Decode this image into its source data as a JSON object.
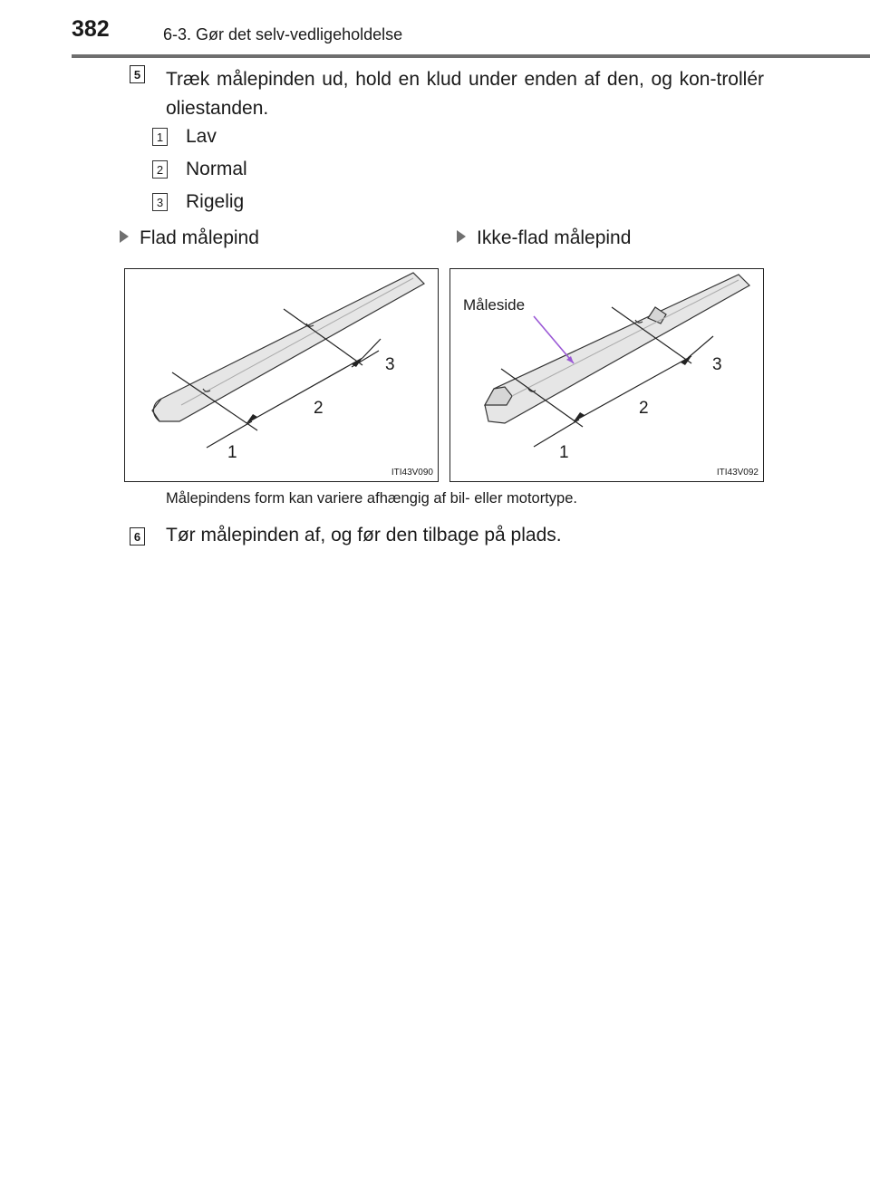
{
  "header": {
    "page_number": "382",
    "section_title": "6-3. Gør det selv-vedligeholdelse"
  },
  "step5": {
    "number": "5",
    "text": "Træk målepinden ud, hold en klud under enden af den, og kon-trollér oliestanden.",
    "legend": [
      {
        "number": "1",
        "label": "Lav"
      },
      {
        "number": "2",
        "label": "Normal"
      },
      {
        "number": "3",
        "label": "Rigelig"
      }
    ]
  },
  "figures": {
    "flat": {
      "heading": "Flad målepind",
      "code": "ITI43V090",
      "callouts": [
        "1",
        "2",
        "3"
      ]
    },
    "non_flat": {
      "heading": "Ikke-flad målepind",
      "code": "ITI43V092",
      "side_label": "Måleside",
      "callouts": [
        "1",
        "2",
        "3"
      ],
      "accent_color": "#9b59d6"
    }
  },
  "note": "Målepindens form kan variere afhængig af bil- eller motortype.",
  "step6": {
    "number": "6",
    "text": "Tør målepinden af, og før den tilbage på plads."
  }
}
